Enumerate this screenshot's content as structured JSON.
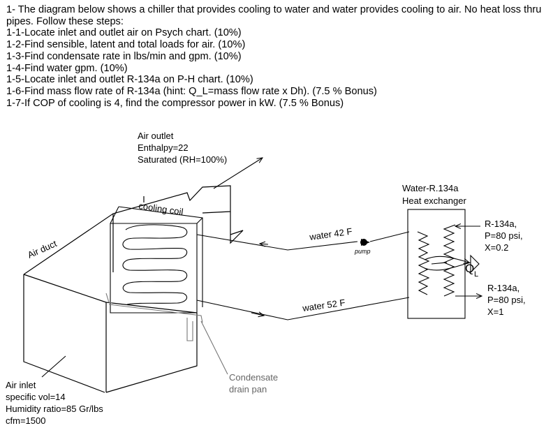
{
  "problem": {
    "intro": "1- The diagram below shows a chiller that provides cooling to water and water provides cooling to air. No heat loss thru pipes. Follow these steps:",
    "steps": [
      "1-1-Locate inlet and outlet air on Psych chart. (10%)",
      "1-2-Find sensible, latent and total loads for air. (10%)",
      "1-3-Find condensate rate in lbs/min and gpm. (10%)",
      "1-4-Find water gpm. (10%)",
      "1-5-Locate inlet and outlet R-134a on P-H chart. (10%)",
      "1-6-Find mass flow rate of R-134a (hint: Q_L=mass flow rate x Dh). (7.5 % Bonus)",
      "1-7-If COP of cooling is 4, find the compressor power in kW. (7.5 % Bonus)"
    ]
  },
  "diagram": {
    "air_outlet": [
      "Air outlet",
      "Enthalpy=22",
      "Saturated (RH=100%)"
    ],
    "air_duct": "Air duct",
    "cooling_coil": "cooling coil",
    "water_supply": "water 42 F",
    "water_return": "water 52 F",
    "pump": "pump",
    "heat_exchanger": [
      "Water-R.134a",
      "Heat exchanger"
    ],
    "r134a_inlet": [
      "R-134a,",
      "P=80 psi,",
      "X=0.2"
    ],
    "r134a_outlet": [
      "R-134a,",
      "P=80 psi,",
      "X=1"
    ],
    "heat_load_symbol": "Q",
    "heat_load_subscript": "L",
    "condensate": [
      "Condensate",
      "drain pan"
    ],
    "air_inlet": [
      "Air inlet",
      "specific vol=14",
      "Humidity ratio=85 Gr/lbs",
      "cfm=1500"
    ]
  }
}
